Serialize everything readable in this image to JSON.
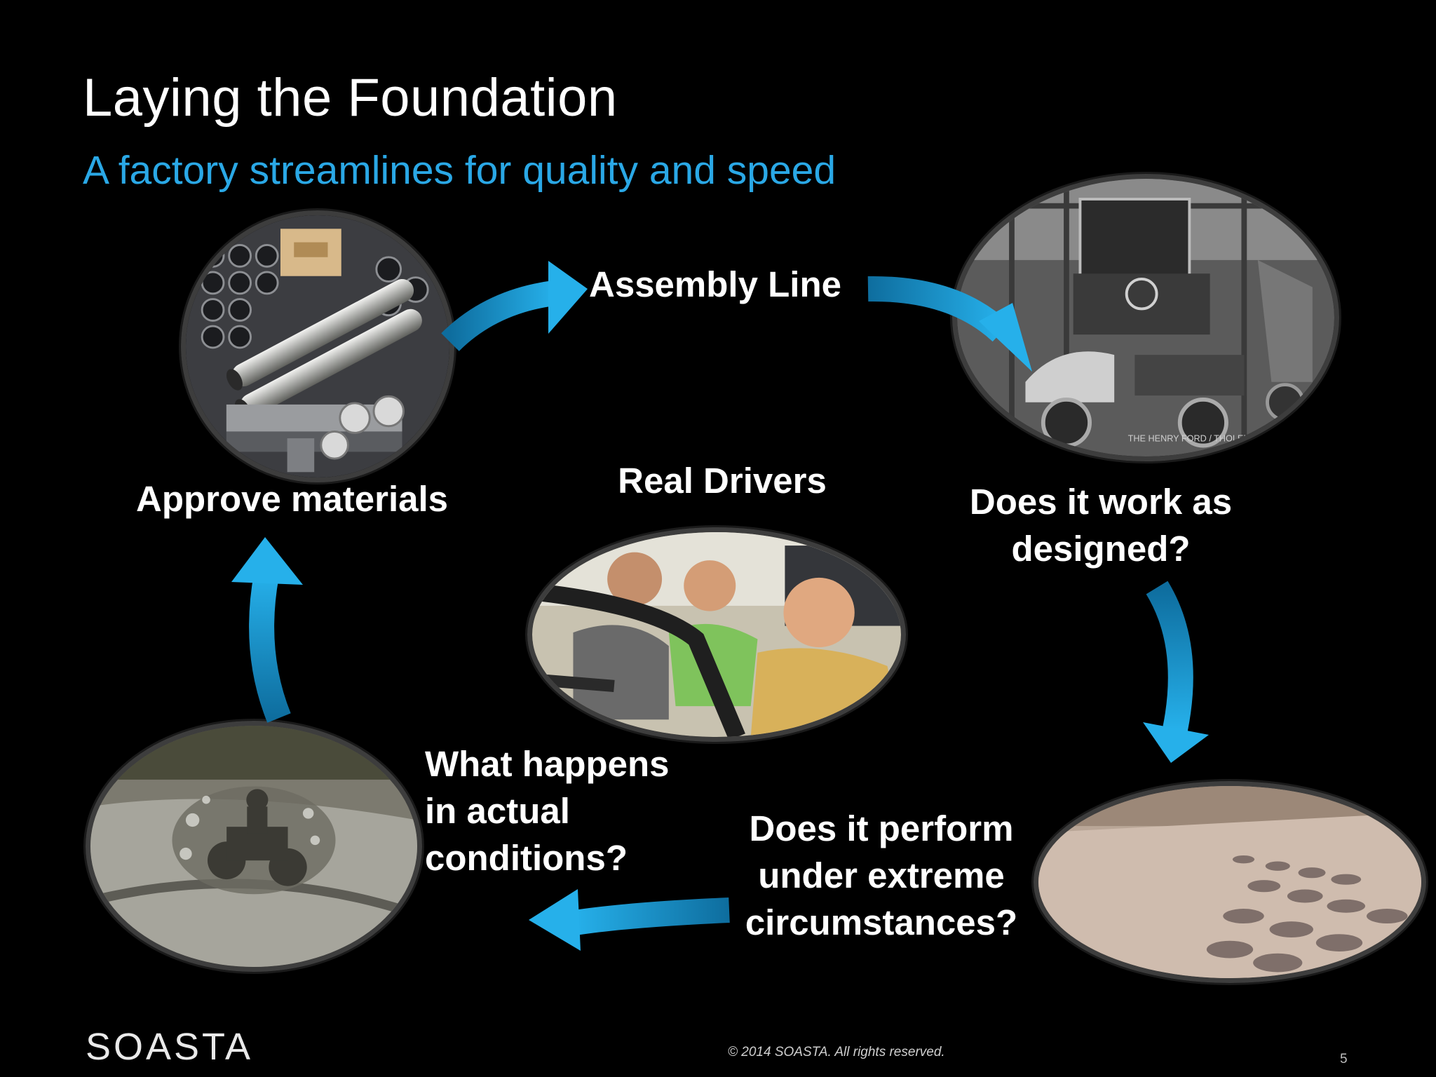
{
  "slide": {
    "title": "Laying the Foundation",
    "subtitle": "A factory streamlines for quality and speed",
    "page_number": "5"
  },
  "steps": {
    "assembly_line": "Assembly Line",
    "approve_materials": "Approve materials",
    "real_drivers": "Real Drivers",
    "works_as_designed": [
      "Does it work as",
      "designed?"
    ],
    "extreme": [
      "Does it perform",
      "under extreme",
      "circumstances?"
    ],
    "actual_conditions": [
      "What happens",
      "in actual",
      "conditions?"
    ]
  },
  "photo_watermark": "THE HENRY FORD / THOLEMAN",
  "footer": {
    "copyright": "© 2014  SOASTA. All rights reserved.",
    "logo": "SOASTA"
  },
  "colors": {
    "accent": "#2aa8e6",
    "arrow": "#1e9bd7",
    "background": "#000000"
  }
}
